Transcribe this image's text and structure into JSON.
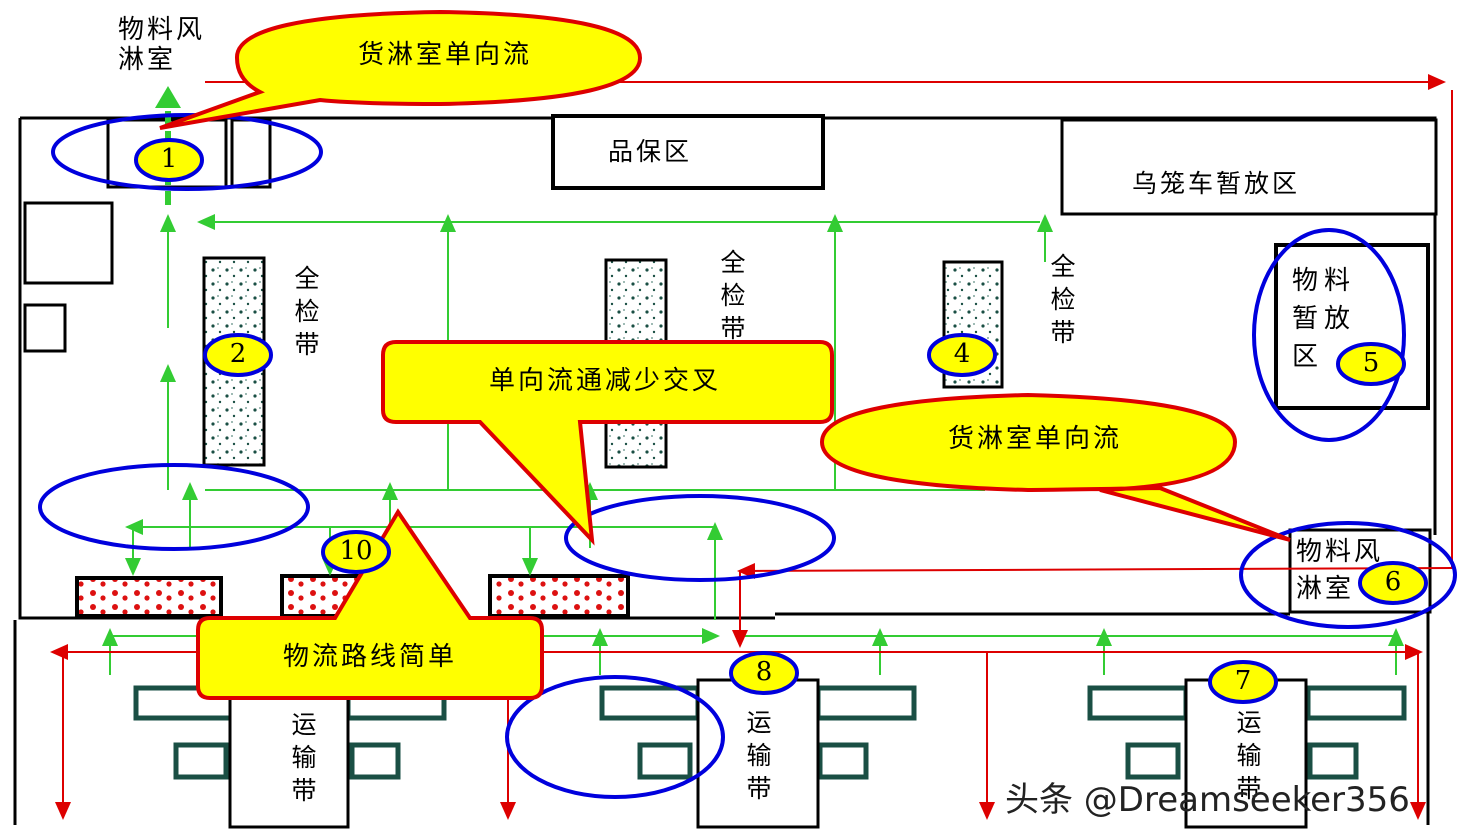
{
  "top_label": "物料风淋室",
  "zones": {
    "quality": "品保区",
    "cart_area": "乌笼车暂放区",
    "material_temp": "物料暂放区",
    "shower_room": "物料风淋室"
  },
  "belts": {
    "inspection_1": "全检带",
    "inspection_2": "全检带",
    "inspection_3": "全检带",
    "transport_1": "运输带",
    "transport_2": "运输带",
    "transport_3": "运输带"
  },
  "callouts": {
    "top": "货淋室单向流",
    "middle": "单向流通减少交叉",
    "right": "货淋室单向流",
    "bottom": "物流路线简单"
  },
  "markers": [
    "1",
    "2",
    "4",
    "5",
    "6",
    "7",
    "8",
    "10"
  ],
  "watermark": "头条 @Dreamseeker356",
  "colors": {
    "marker_fill": "#ffff00",
    "ellipse_stroke": "#0000dd",
    "green_flow": "#33cc33",
    "red_flow": "#dd0000",
    "callout_fill": "#ffff00",
    "callout_stroke": "#dd0000",
    "belt_green": "#1a4f44"
  }
}
